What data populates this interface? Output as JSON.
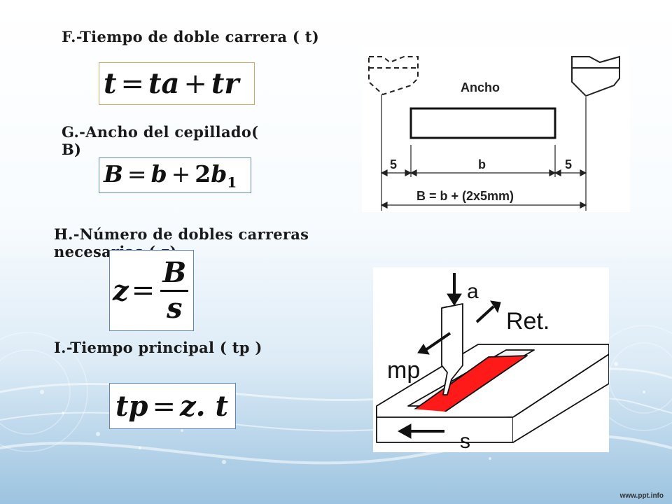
{
  "sections": {
    "f": {
      "title": "F.-Tiempo de doble carrera ( t)",
      "lhs": "t",
      "eq": "=",
      "term1": "ta",
      "plus": "+",
      "term2": "tr"
    },
    "g": {
      "title_line1": "G.-Ancho del cepillado(",
      "title_line2": "B)",
      "lhs": "B",
      "eq": "=",
      "term1": "b",
      "plus": "+",
      "coef": "2",
      "term2": "b",
      "sub": "1"
    },
    "h": {
      "title_line1": "H.-Número de dobles carreras",
      "title_line2": "necesarias ( z)",
      "lhs": "z",
      "eq": "=",
      "numerator": "B",
      "denominator": "s"
    },
    "i": {
      "title": "I.-Tiempo principal ( tp )",
      "lhs": "tp",
      "eq": "=",
      "rhs": "z. t"
    }
  },
  "width_diagram": {
    "title": "Ancho",
    "dim_left": "5",
    "dim_center": "b",
    "dim_right": "5",
    "formula": "B = b + (2x5mm)"
  },
  "planing_diagram": {
    "label_a": "a",
    "label_ret": "Ret.",
    "label_mp": "mp",
    "label_s": "s",
    "colors": {
      "cut": "#ff1a1a",
      "tool": "#ffffff",
      "stroke": "#111111"
    }
  },
  "footer": {
    "logo": "www.ppt.info"
  },
  "colors": {
    "heading": "#1a1a1a",
    "box_gold": "#c9a766",
    "box_blue": "#5f86b8",
    "background_blue": "#9cc3e0"
  }
}
